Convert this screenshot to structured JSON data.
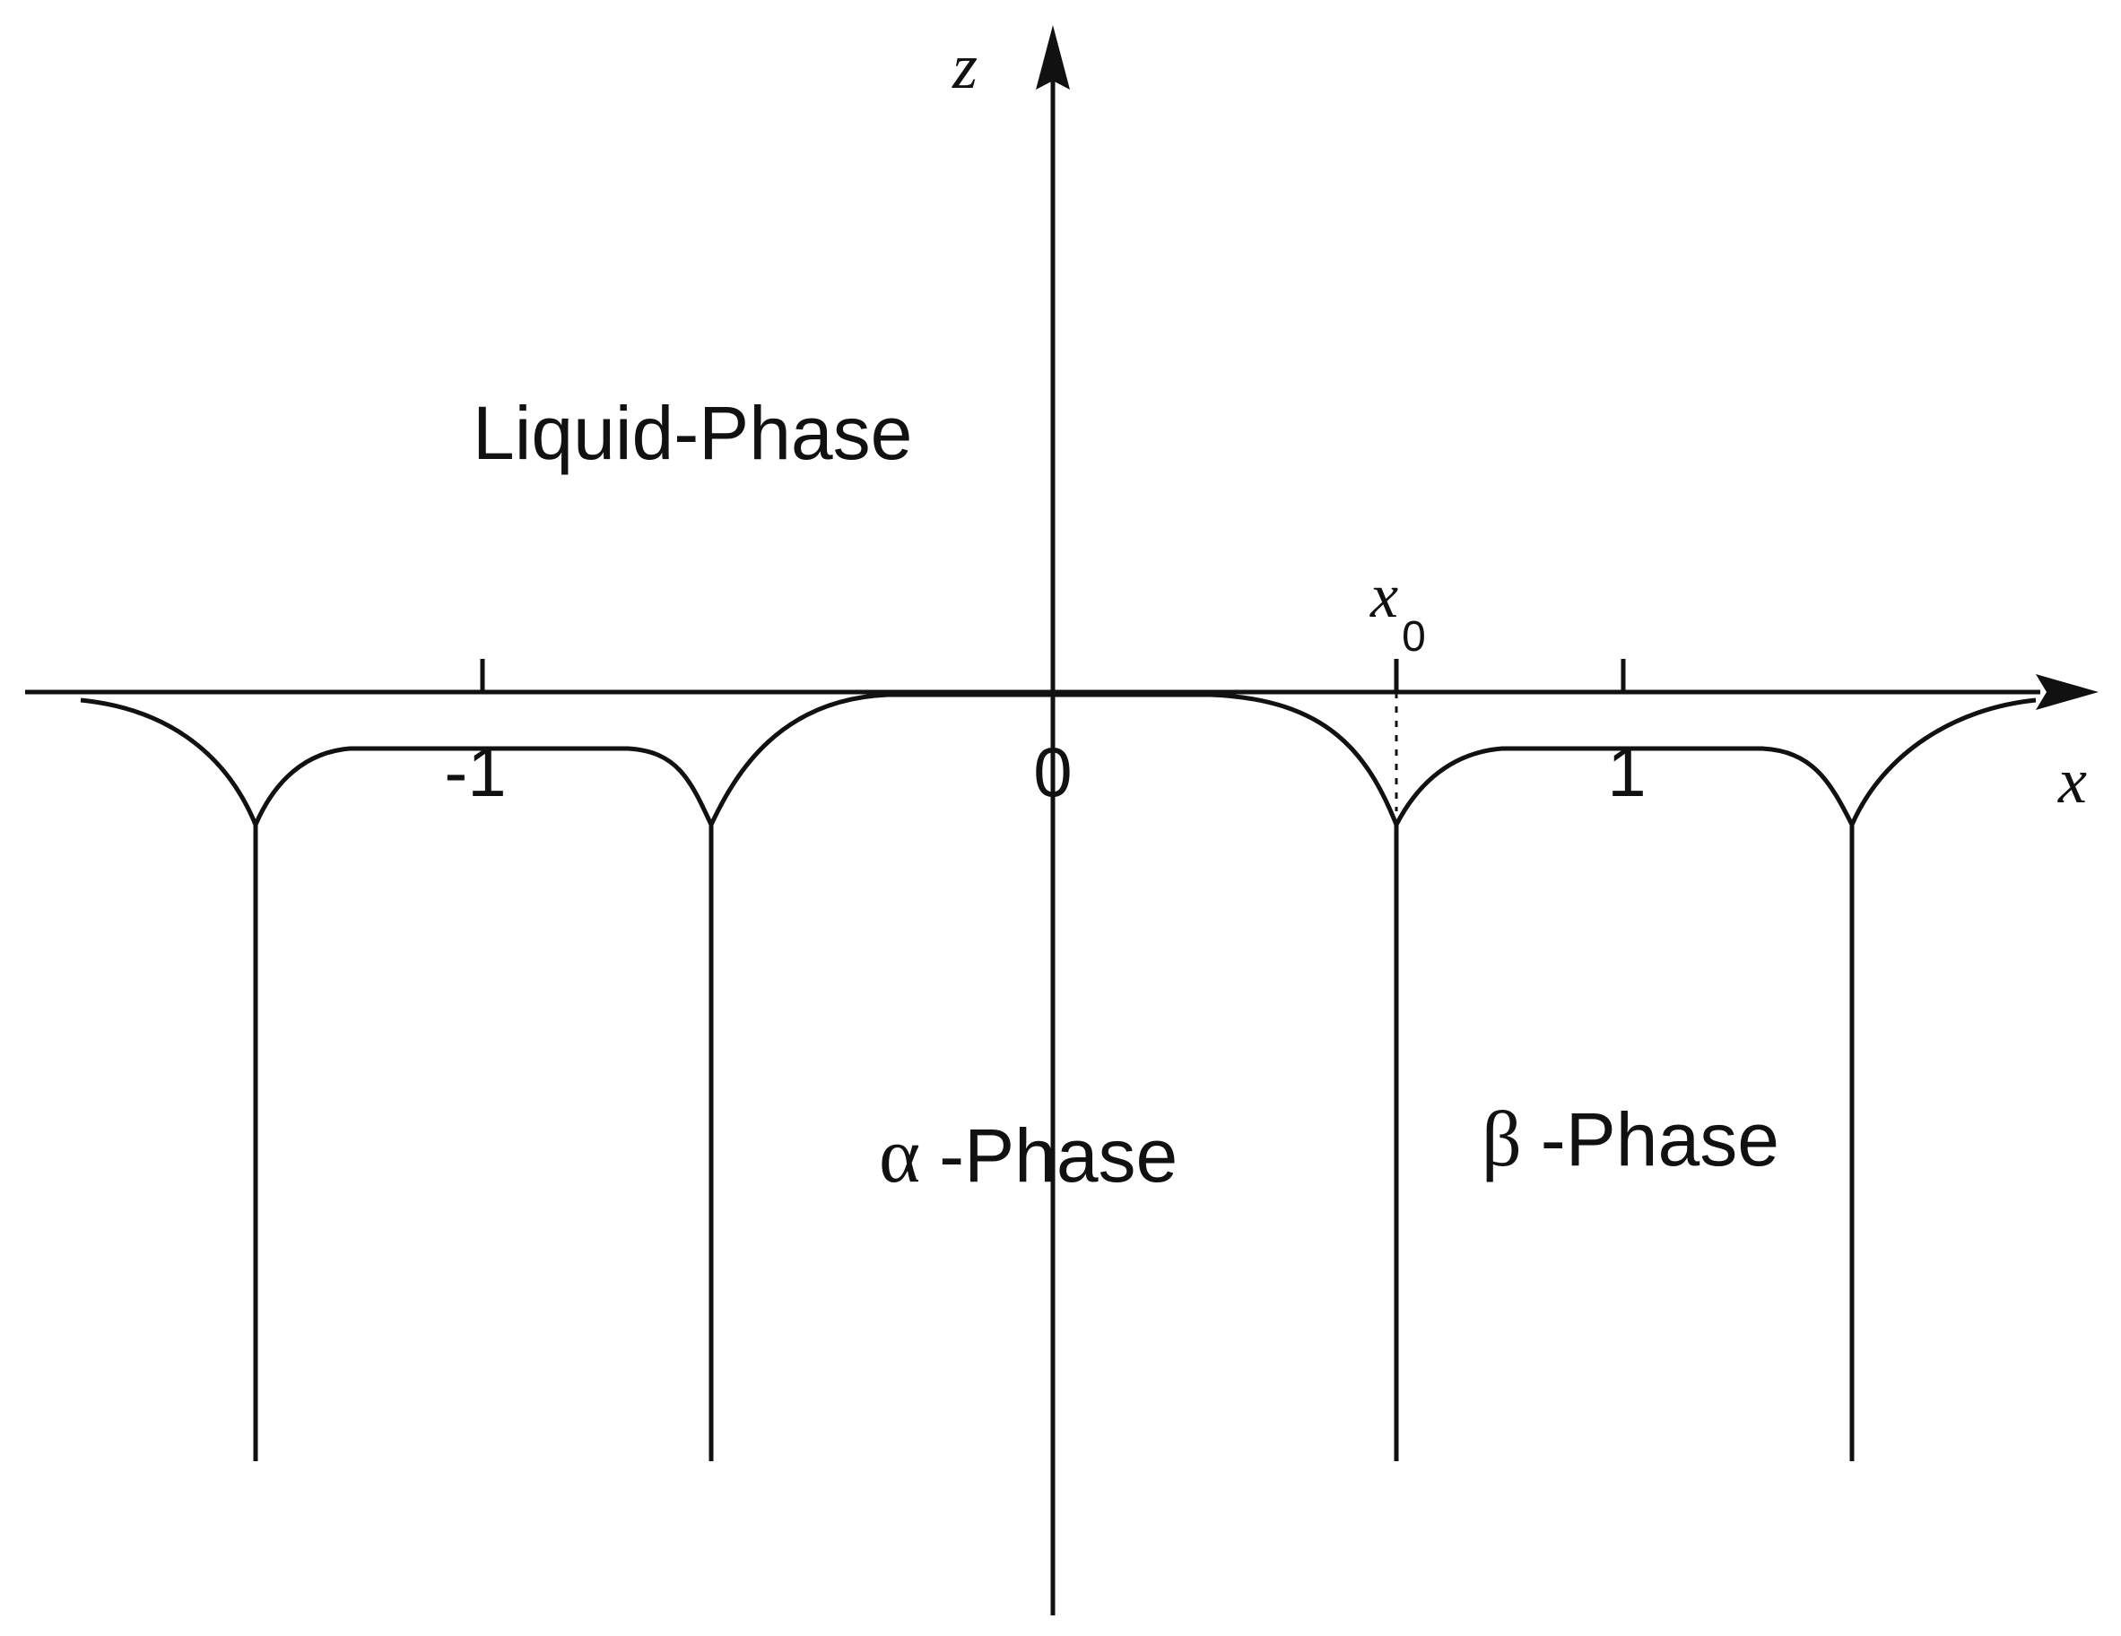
{
  "axes": {
    "x_label": "x",
    "z_label": "z",
    "tick_labels": [
      "-1",
      "0",
      "1"
    ],
    "x0_symbol": "x",
    "x0_subscript": "0"
  },
  "regions": {
    "liquid": "Liquid-Phase",
    "alpha_symbol": "α",
    "alpha_suffix": "-Phase",
    "beta_symbol": "β",
    "beta_suffix": "-Phase"
  },
  "colors": {
    "ink": "#111111",
    "background": "#ffffff"
  }
}
